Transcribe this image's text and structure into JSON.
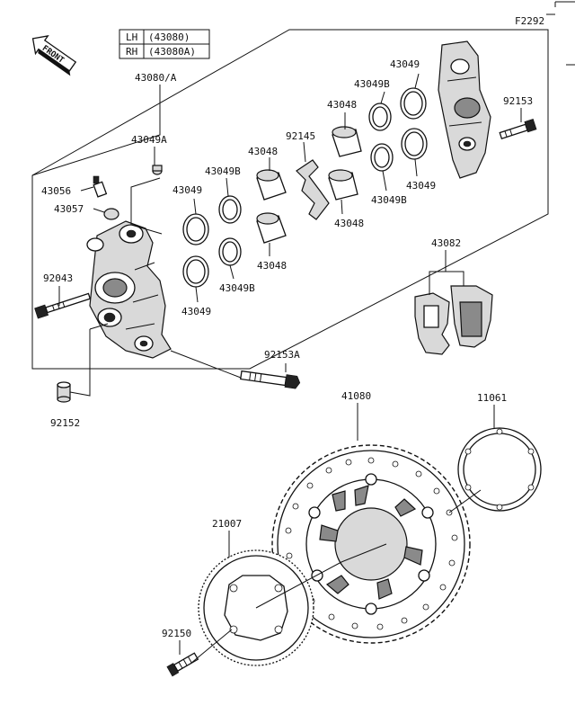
{
  "diagram_code": "F2292",
  "front_label": "FRONT",
  "side_table": {
    "rows": [
      {
        "side": "LH",
        "code": "(43080)"
      },
      {
        "side": "RH",
        "code": "(43080A)"
      }
    ]
  },
  "callouts": {
    "caliper_assy": "43080/A",
    "bleeder_cap": "43049A",
    "bleeder_valve": "43056",
    "bleeder_boot": "43057",
    "bolt_caliper": "92043",
    "collar": "92152",
    "bolt_long": "92153A",
    "bolt_right": "92153",
    "seal_a_1": "43049",
    "seal_a_2": "43049",
    "seal_a_3": "43049",
    "seal_a_4": "43049",
    "seal_b_1": "43049B",
    "seal_b_2": "43049B",
    "seal_b_3": "43049B",
    "seal_b_4": "43049B",
    "piston_1": "43048",
    "piston_2": "43048",
    "piston_3": "43048",
    "piston_4": "43048",
    "spring": "92145",
    "pad_set": "43082",
    "disc": "41080",
    "disc_spacer": "11061",
    "sensor_rotor": "21007",
    "rotor_bolt": "92150"
  }
}
